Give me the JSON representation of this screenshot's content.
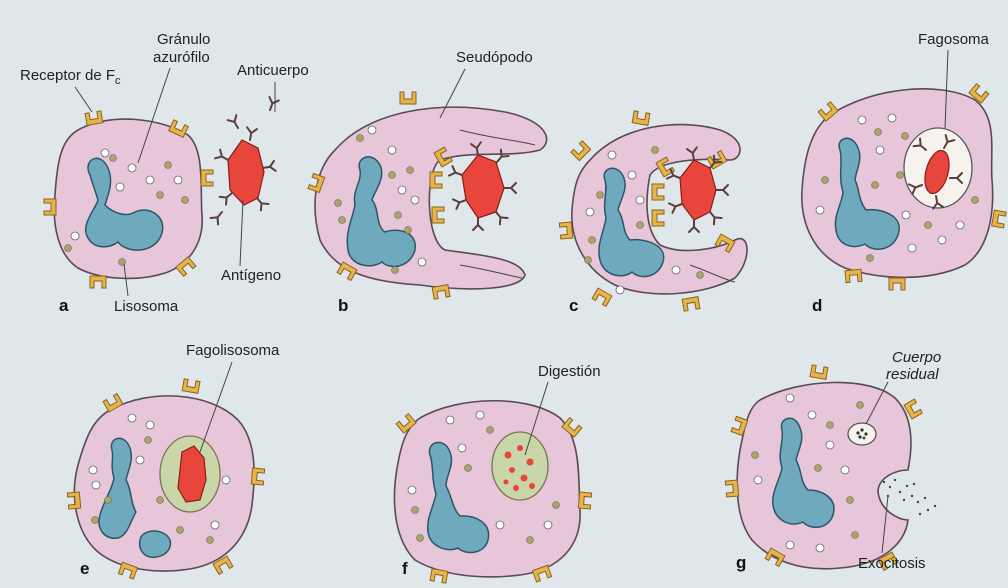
{
  "panels": [
    "a",
    "b",
    "c",
    "d",
    "e",
    "f",
    "g"
  ],
  "labels": {
    "receptor": "Receptor de F",
    "receptor_sub": "c",
    "granulo_1": "Gránulo",
    "granulo_2": "azurófilo",
    "anticuerpo": "Anticuerpo",
    "antigeno": "Antígeno",
    "lisosoma": "Lisosoma",
    "seudopodo": "Seudópodo",
    "fagosoma": "Fagosoma",
    "fagolisosoma": "Fagolisosoma",
    "digestion": "Digestión",
    "cuerpo_1": "Cuerpo",
    "cuerpo_2": "residual",
    "exocitosis": "Exocitosis"
  },
  "colors": {
    "background": "#dfe7ea",
    "cell": "#e8c6da",
    "nucleus": "#6fa9bd",
    "receptor": "#e8b44a",
    "antigen": "#e8463c",
    "vacuole": "#c8d6a8"
  }
}
